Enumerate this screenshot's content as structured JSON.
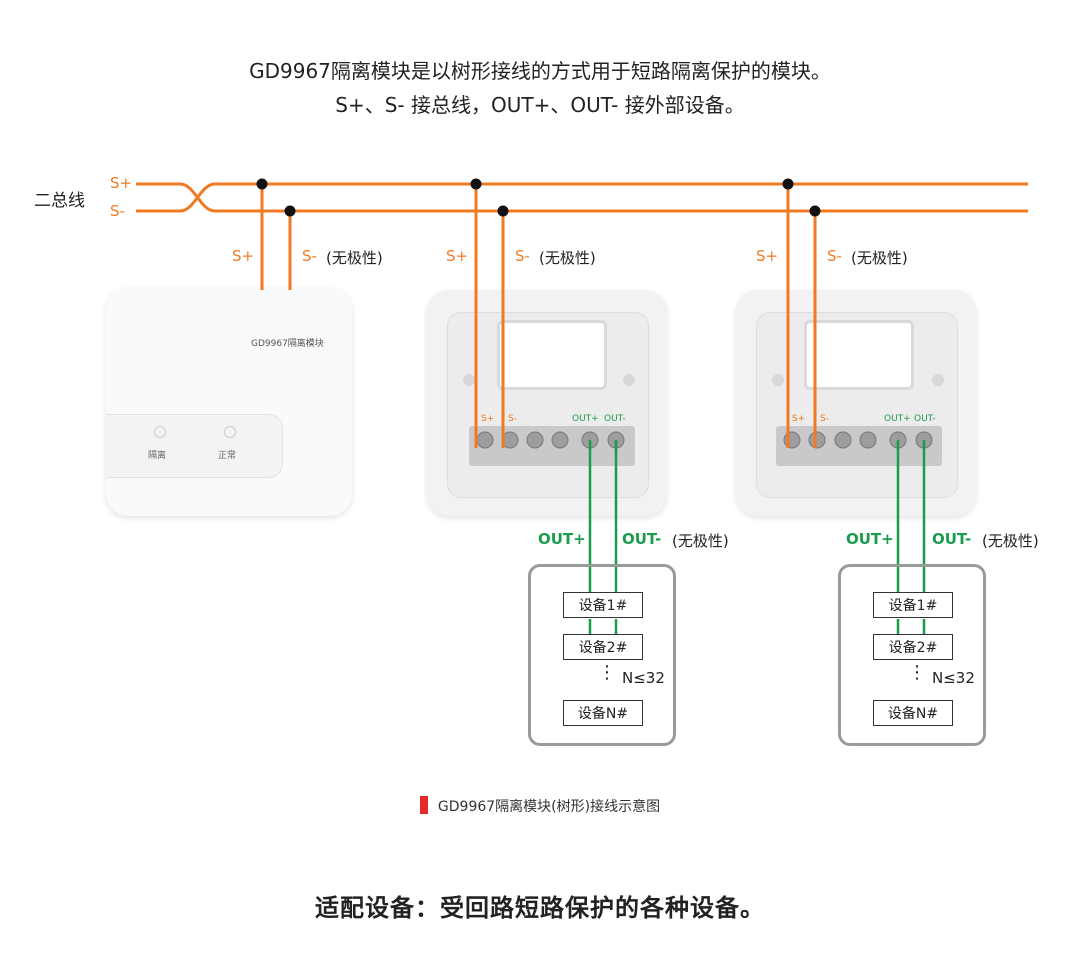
{
  "intro": {
    "line1": "GD9967隔离模块是以树形接线的方式用于短路隔离保护的模块。",
    "line2": "S+、S- 接总线，OUT+、OUT- 接外部设备。"
  },
  "bus": {
    "label": "二总线",
    "splus": "S+",
    "sminus": "S-"
  },
  "module": {
    "name": "GD9967隔离模块",
    "led_isolate": "隔离",
    "led_normal": "正常"
  },
  "wiring": {
    "splus": "S+",
    "sminus": "S-",
    "nonpolar": "(无极性)",
    "outplus": "OUT+",
    "outminus": "OUT-"
  },
  "devices": {
    "device1": "设备1#",
    "device2": "设备2#",
    "deviceN": "设备N#",
    "limit": "N≤32"
  },
  "caption": "GD9967隔离模块(树形)接线示意图",
  "footer": "适配设备：受回路短路保护的各种设备。",
  "colors": {
    "bus_wire": "#ef7a22",
    "out_wire": "#1a9c4c",
    "caption_mark": "#e52a2a"
  }
}
